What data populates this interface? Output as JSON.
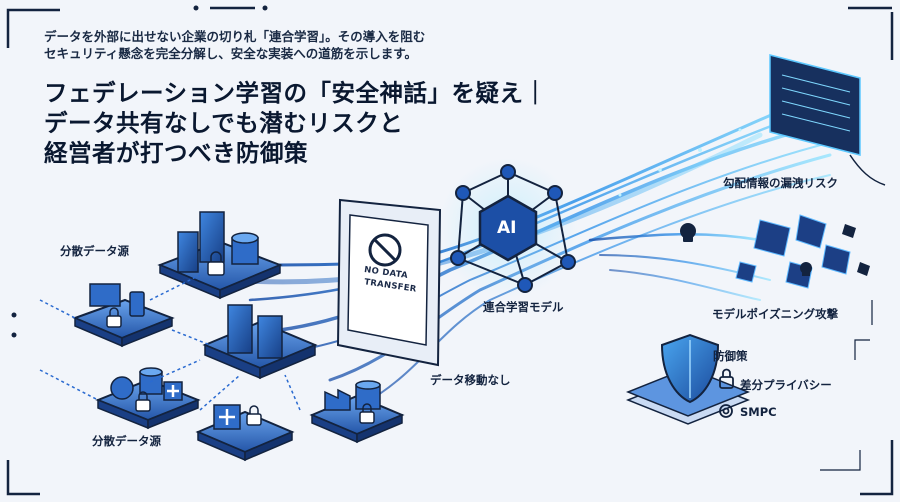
{
  "header": {
    "subtitle_line1": "データを外部に出せない企業の切り札「連合学習」。その導入を阻む",
    "subtitle_line2": "セキュリティ懸念を完全分解し、安全な実装への道筋を示します。",
    "headline_line1": "フェデレーション学習の「安全神話」を疑え｜",
    "headline_line2": "データ共有なしでも潜むリスクと",
    "headline_line3": "経営者が打つべき防御策"
  },
  "labels": {
    "distributed_source_top": "分散データ源",
    "distributed_source_bottom": "分散データ源",
    "model": "連合学習モデル",
    "no_data_movement": "データ移動なし",
    "gradient_leak": "勾配情報の漏洩リスク",
    "model_poisoning": "モデルポイズニング攻撃",
    "defense_title": "防御策",
    "defense_dp": "差分プライバシー",
    "defense_smpc": "SMPC"
  },
  "model_node": {
    "text": "AI"
  },
  "sign": {
    "line1": "NO DATA",
    "line2": "TRANSFER"
  },
  "icons": [
    "server-icon",
    "database-icon",
    "laptop-icon",
    "phone-icon",
    "lock-icon",
    "dollar-icon",
    "medical-cross-icon",
    "factory-icon",
    "shield-icon",
    "skull-icon",
    "no-transfer-icon",
    "network-hub-icon"
  ],
  "colors": {
    "accent": "#1d6fd6",
    "stream": "#38b6f5",
    "dark_navy": "#13233f",
    "platform": "#2a5fb3"
  }
}
